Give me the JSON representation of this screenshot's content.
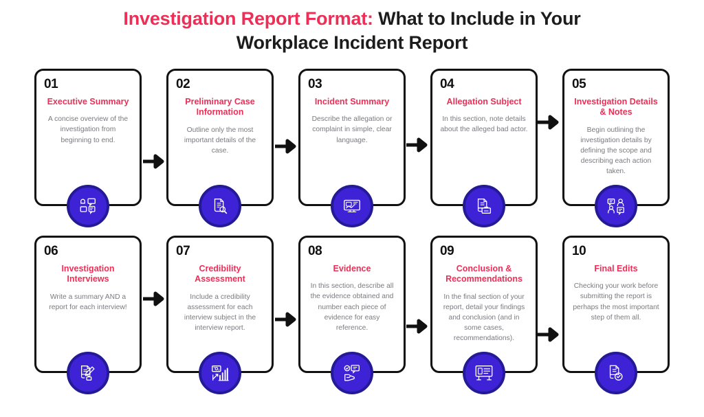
{
  "title": {
    "accent_text": "Investigation Report Format:",
    "rest_line1": " What to Include in Your",
    "line2": "Workplace Incident Report"
  },
  "colors": {
    "accent_pink": "#ED2E57",
    "badge_fill": "#3D22D6",
    "badge_ring": "#251A96",
    "card_border": "#111111",
    "body_text": "#7A7A80",
    "number_text": "#111111",
    "background": "#FFFFFF"
  },
  "steps": [
    {
      "number": "01",
      "title": "Executive Summary",
      "description": "A concise overview of the investigation from beginning to end.",
      "icon": "documents-chat-icon"
    },
    {
      "number": "02",
      "title": "Preliminary Case Information",
      "description": "Outline only the most important details of the case.",
      "icon": "document-search-icon"
    },
    {
      "number": "03",
      "title": "Incident Summary",
      "description": "Describe the allegation or complaint in simple, clear language.",
      "icon": "monitor-report-icon"
    },
    {
      "number": "04",
      "title": "Allegation Subject",
      "description": "In this section, note details about the alleged bad actor.",
      "icon": "document-briefcase-icon"
    },
    {
      "number": "05",
      "title": "Investigation Details & Notes",
      "description": "Begin outlining the investigation details by defining the scope and describing each action taken.",
      "icon": "people-chat-icon"
    },
    {
      "number": "06",
      "title": "Investigation Interviews",
      "description": "Write a summary AND a report for each interview!",
      "icon": "document-pencil-icon"
    },
    {
      "number": "07",
      "title": "Credibility Assessment",
      "description": "Include a credibility assessment for each interview subject in the interview report.",
      "icon": "bar-chart-growth-icon"
    },
    {
      "number": "08",
      "title": "Evidence",
      "description": "In this section, describe all the evidence obtained and number each piece of evidence for easy reference.",
      "icon": "hand-check-chat-icon"
    },
    {
      "number": "09",
      "title": "Conclusion & Recommendations",
      "description": "In the final section of your report, detail your findings and conclusion (and in some cases, recommendations).",
      "icon": "presentation-board-icon"
    },
    {
      "number": "10",
      "title": "Final Edits",
      "description": "Checking your work before submitting the report is perhaps the most important step of them all.",
      "icon": "document-check-icon"
    }
  ],
  "connectors": [
    {
      "name": "arrow-1-to-2",
      "direction": "right"
    },
    {
      "name": "arrow-2-to-3",
      "direction": "right"
    },
    {
      "name": "arrow-3-to-4",
      "direction": "right"
    },
    {
      "name": "arrow-4-to-5",
      "direction": "right"
    },
    {
      "name": "arrow-6-to-7",
      "direction": "right"
    },
    {
      "name": "arrow-7-to-8",
      "direction": "right"
    },
    {
      "name": "arrow-8-to-9",
      "direction": "right"
    },
    {
      "name": "arrow-9-to-10",
      "direction": "right"
    }
  ]
}
